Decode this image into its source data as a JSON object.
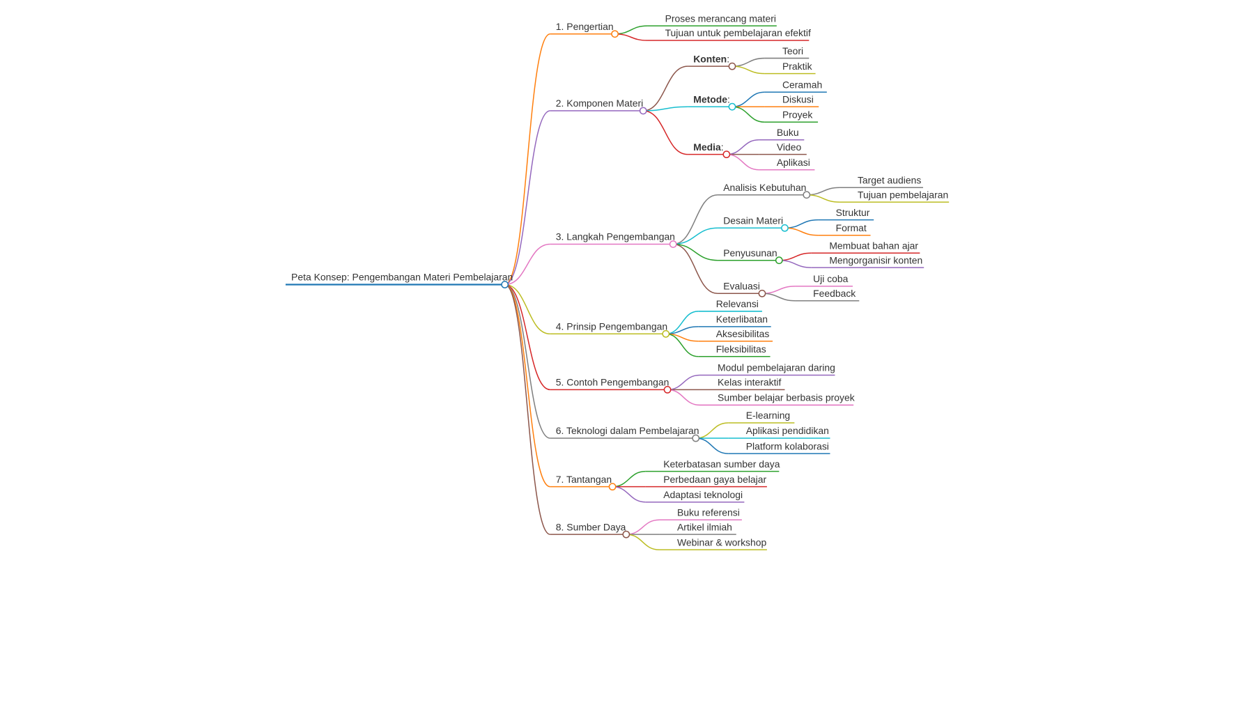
{
  "colors": {
    "blue": "#1f77b4",
    "orange": "#ff7f0e",
    "green": "#2ca02c",
    "red": "#d62728",
    "purple": "#9467bd",
    "brown": "#8c564b",
    "pink": "#e377c2",
    "gray": "#7f7f7f",
    "olive": "#bcbd22",
    "cyan": "#17becf"
  },
  "root": {
    "label": "Peta Konsep: Pengembangan Materi Pembelajaran",
    "color": "blue",
    "children": [
      {
        "label": "1. Pengertian",
        "color": "orange",
        "children": [
          {
            "label": "Proses merancang materi",
            "color": "green"
          },
          {
            "label": "Tujuan untuk pembelajaran efektif",
            "color": "red"
          }
        ]
      },
      {
        "label": "2. Komponen Materi",
        "color": "purple",
        "children": [
          {
            "label": "Konten",
            "suffix": ":",
            "bold": true,
            "color": "brown",
            "children": [
              {
                "label": "Teori",
                "color": "gray"
              },
              {
                "label": "Praktik",
                "color": "olive"
              }
            ]
          },
          {
            "label": "Metode",
            "suffix": ":",
            "bold": true,
            "color": "cyan",
            "children": [
              {
                "label": "Ceramah",
                "color": "blue"
              },
              {
                "label": "Diskusi",
                "color": "orange"
              },
              {
                "label": "Proyek",
                "color": "green"
              }
            ]
          },
          {
            "label": "Media",
            "suffix": ":",
            "bold": true,
            "color": "red",
            "children": [
              {
                "label": "Buku",
                "color": "purple"
              },
              {
                "label": "Video",
                "color": "brown"
              },
              {
                "label": "Aplikasi",
                "color": "pink"
              }
            ]
          }
        ]
      },
      {
        "label": "3. Langkah Pengembangan",
        "color": "pink",
        "children": [
          {
            "label": "Analisis Kebutuhan",
            "color": "gray",
            "children": [
              {
                "label": "Target audiens",
                "color": "gray"
              },
              {
                "label": "Tujuan pembelajaran",
                "color": "olive"
              }
            ]
          },
          {
            "label": "Desain Materi",
            "color": "cyan",
            "children": [
              {
                "label": "Struktur",
                "color": "blue"
              },
              {
                "label": "Format",
                "color": "orange"
              }
            ]
          },
          {
            "label": "Penyusunan",
            "color": "green",
            "children": [
              {
                "label": "Membuat bahan ajar",
                "color": "red"
              },
              {
                "label": "Mengorganisir konten",
                "color": "purple"
              }
            ]
          },
          {
            "label": "Evaluasi",
            "color": "brown",
            "children": [
              {
                "label": "Uji coba",
                "color": "pink"
              },
              {
                "label": "Feedback",
                "color": "gray"
              }
            ]
          }
        ]
      },
      {
        "label": "4. Prinsip Pengembangan",
        "color": "olive",
        "children": [
          {
            "label": "Relevansi",
            "color": "cyan"
          },
          {
            "label": "Keterlibatan",
            "color": "blue"
          },
          {
            "label": "Aksesibilitas",
            "color": "orange"
          },
          {
            "label": "Fleksibilitas",
            "color": "green"
          }
        ]
      },
      {
        "label": "5. Contoh Pengembangan",
        "color": "red",
        "children": [
          {
            "label": "Modul pembelajaran daring",
            "color": "purple"
          },
          {
            "label": "Kelas interaktif",
            "color": "brown"
          },
          {
            "label": "Sumber belajar berbasis proyek",
            "color": "pink"
          }
        ]
      },
      {
        "label": "6. Teknologi dalam Pembelajaran",
        "color": "gray",
        "children": [
          {
            "label": "E-learning",
            "color": "olive"
          },
          {
            "label": "Aplikasi pendidikan",
            "color": "cyan"
          },
          {
            "label": "Platform kolaborasi",
            "color": "blue"
          }
        ]
      },
      {
        "label": "7. Tantangan",
        "color": "orange",
        "children": [
          {
            "label": "Keterbatasan sumber daya",
            "color": "green"
          },
          {
            "label": "Perbedaan gaya belajar",
            "color": "red"
          },
          {
            "label": "Adaptasi teknologi",
            "color": "purple"
          }
        ]
      },
      {
        "label": "8. Sumber Daya",
        "color": "brown",
        "children": [
          {
            "label": "Buku referensi",
            "color": "pink"
          },
          {
            "label": "Artikel ilmiah",
            "color": "gray"
          },
          {
            "label": "Webinar & workshop",
            "color": "olive"
          }
        ]
      }
    ]
  }
}
